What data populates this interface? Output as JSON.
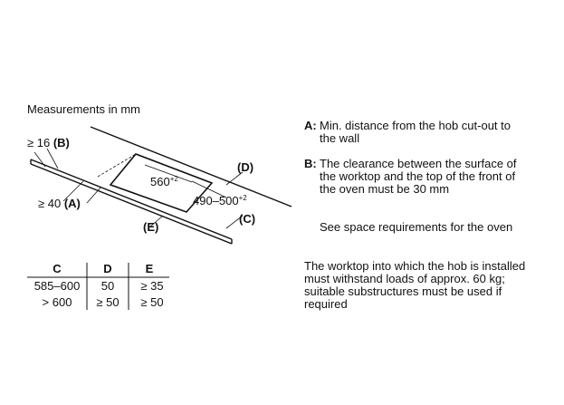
{
  "measurements_title": "Measurements in mm",
  "labels": {
    "b_value": "≥ 16",
    "b_letter": "(B)",
    "a_value": "≥ 40",
    "a_letter": "(A)",
    "width_main": "560",
    "width_tol": "+2",
    "depth_main": "490–500",
    "depth_tol": "+2",
    "d_letter": "(D)",
    "c_letter": "(C)",
    "e_letter": "(E)"
  },
  "table": {
    "headers": [
      "C",
      "D",
      "E"
    ],
    "rows": [
      [
        "585–600",
        "50",
        "≥ 35"
      ],
      [
        "> 600",
        "≥ 50",
        "≥ 50"
      ]
    ]
  },
  "notes": {
    "a_key": "A:",
    "a_text": "Min. distance from the hob cut-out to\nthe wall",
    "b_key": "B:",
    "b_text": "The clearance between the surface of\nthe worktop and the top of the front of\nthe oven must be 30 mm",
    "space_note": "See space requirements for the oven",
    "load_note": "The worktop into which the hob is installed\nmust withstand loads of approx. 60 kg;\nsuitable substructures must be used if\nrequired"
  },
  "colors": {
    "ink": "#111111",
    "background": "#ffffff"
  }
}
